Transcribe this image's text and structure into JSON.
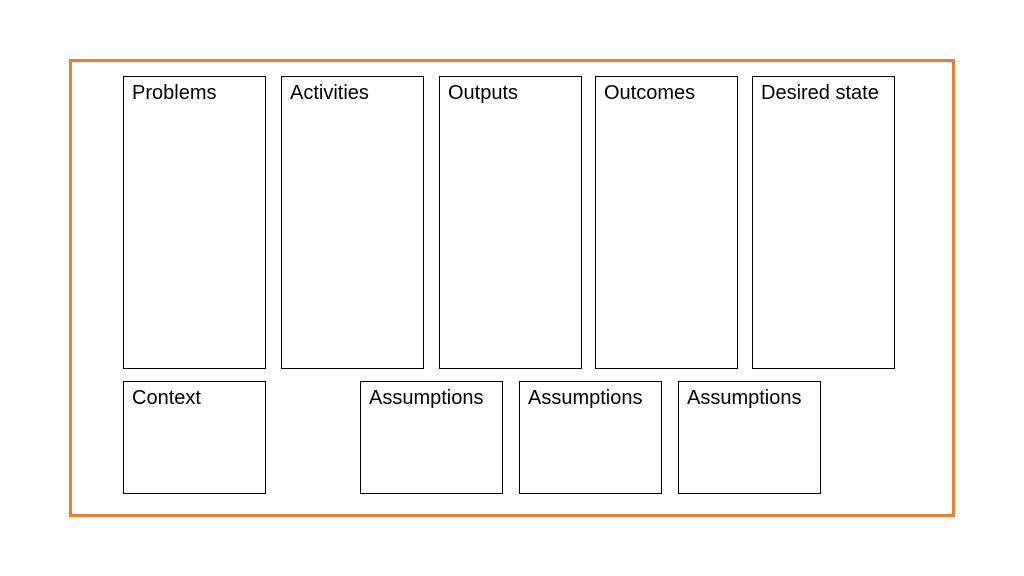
{
  "colors": {
    "frame_border": "#ED7D31",
    "box_border": "#000000",
    "background": "#FFFFFF"
  },
  "top_row": {
    "problems": "Problems",
    "activities": "Activities",
    "outputs": "Outputs",
    "outcomes": "Outcomes",
    "desired_state": "Desired state"
  },
  "bottom_row": {
    "context": "Context",
    "assumptions_1": "Assumptions",
    "assumptions_2": "Assumptions",
    "assumptions_3": "Assumptions"
  }
}
